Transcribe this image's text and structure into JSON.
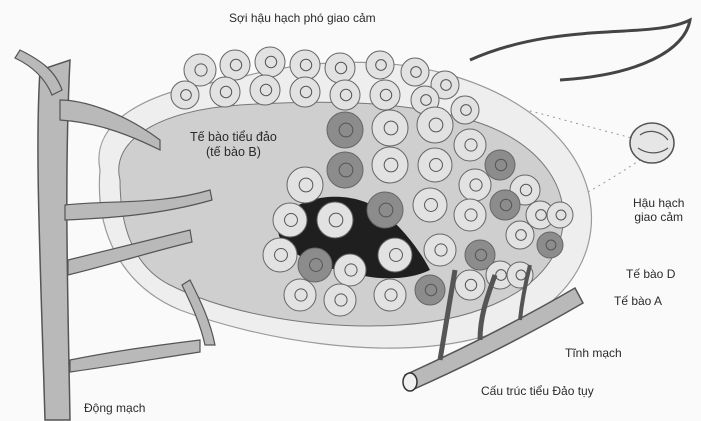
{
  "labels": {
    "top_fiber": "Sợi hậu hạch phó giao cảm",
    "islet_cell_1": "Tế bào tiểu đảo",
    "islet_cell_2": "(tế bào B)",
    "ganglion_1": "Hậu hạch",
    "ganglion_2": "giao cảm",
    "cell_d": "Tế bào D",
    "cell_a": "Tế bào A",
    "vein": "Tĩnh mạch",
    "structure": "Cấu trúc tiểu Đảo tụy",
    "artery": "Động mạch"
  },
  "colors": {
    "background": "#fafafa",
    "vessel_fill": "#b9b9b9",
    "vessel_stroke": "#555555",
    "islet_fill": "#cfcfcf",
    "cell_fill": "#e2e2e2",
    "dark_cell_fill": "#8c8c8c",
    "capillary_dark": "#1f1f1f"
  }
}
